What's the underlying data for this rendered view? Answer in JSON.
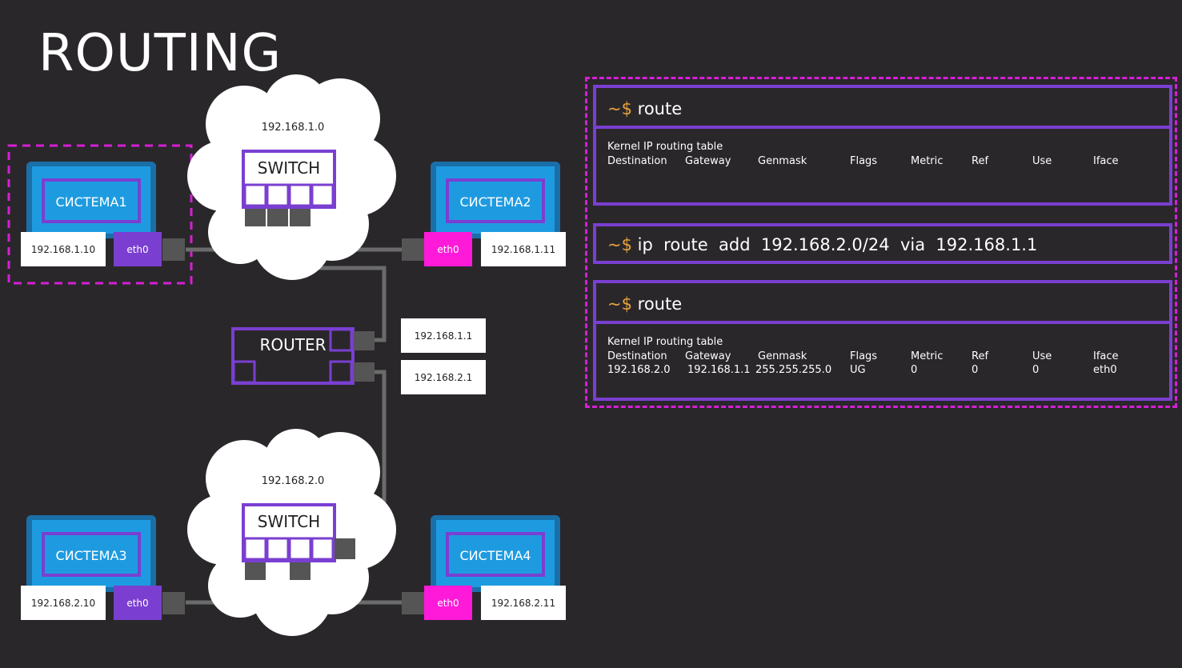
{
  "title": "ROUTING",
  "diagram": {
    "networks": [
      {
        "label": "192.168.1.0",
        "switch_label": "SWITCH"
      },
      {
        "label": "192.168.2.0",
        "switch_label": "SWITCH"
      }
    ],
    "router": {
      "label": "ROUTER",
      "ip_top": "192.168.1.1",
      "ip_bottom": "192.168.2.1"
    },
    "systems": [
      {
        "name": "СИСТЕМА1",
        "ip": "192.168.1.10",
        "iface": "eth0"
      },
      {
        "name": "СИСТЕМА2",
        "ip": "192.168.1.11",
        "iface": "eth0"
      },
      {
        "name": "СИСТЕМА3",
        "ip": "192.168.2.10",
        "iface": "eth0"
      },
      {
        "name": "СИСТЕМА4",
        "ip": "192.168.2.11",
        "iface": "eth0"
      }
    ]
  },
  "terminal": {
    "prompt": "~$",
    "cmd1": "route",
    "cmd2": "ip  route  add  192.168.2.0/24  via  192.168.1.1",
    "cmd3": "route",
    "table_title": "Kernel IP routing table",
    "headers": [
      "Destination",
      "Gateway",
      "Genmask",
      "Flags",
      "Metric",
      "Ref",
      "Use",
      "Iface"
    ],
    "row": [
      "192.168.2.0",
      "192.168.1.1",
      "255.255.255.0",
      "UG",
      "0",
      "0",
      "0",
      "eth0"
    ]
  },
  "colors": {
    "background": "#2a272b",
    "purple": "#7a3fd1",
    "magenta": "#ff1ad9",
    "dashed": "#d61fd6",
    "screen_blue": "#1e9be0",
    "prompt": "#e8a33a"
  }
}
